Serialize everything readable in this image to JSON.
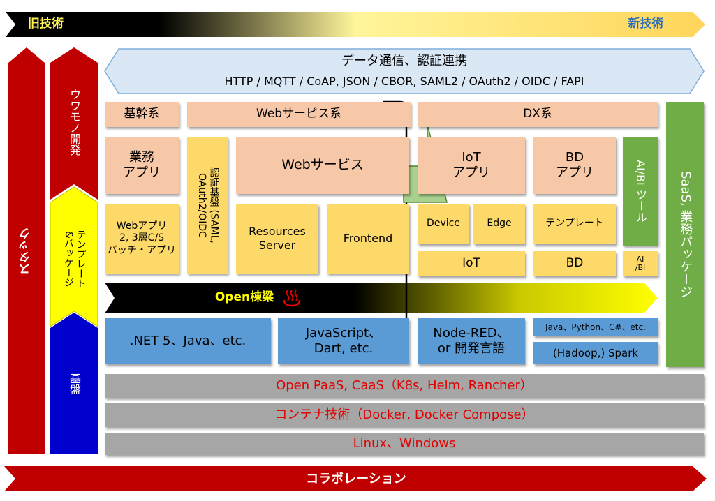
{
  "timeline": {
    "old": "旧技術",
    "new": "新技術"
  },
  "left": {
    "stack": "スタック",
    "things": "ウワモノ開発",
    "templates": "テンプレート\n&パッケージ",
    "base": "基盤"
  },
  "datacomm": {
    "title": "データ通信、認証連携",
    "protocols": "HTTP / MQTT / CoAP, JSON / CBOR, SAML2 / OAuth2 / OIDC / FAPI"
  },
  "categories": {
    "core": "基幹系",
    "web": "Webサービス系",
    "dx": "DX系"
  },
  "apps": {
    "business": "業務\nアプリ",
    "auth": "認証基盤 (SAML,\nOAuth2/OIDC",
    "webservice": "Webサービス",
    "iot_app": "IoT\nアプリ",
    "bd_app": "BD\nアプリ",
    "aibi_tool": "AI/BI ツール"
  },
  "components": {
    "webapp": "Webアプリ\n2, 3層C/S\nバッチ・アプリ",
    "resources": "Resources\nServer",
    "frontend": "Frontend",
    "device": "Device",
    "edge": "Edge",
    "template": "テンプレート",
    "iot": "IoT",
    "bd": "BD",
    "aibi": "AI\n/BI"
  },
  "saas": "SaaS, 業務パッケージ",
  "open": {
    "label": "Open棟梁",
    "icon": "hot-spring-icon"
  },
  "langs": {
    "dotnet": ".NET 5、Java、etc.",
    "js": "JavaScript、\nDart, etc.",
    "node": "Node-RED、\nor 開発言語",
    "python": "Java、Python、C#、etc.",
    "spark": "(Hadoop,) Spark"
  },
  "infra": {
    "paas": "Open PaaS, CaaS（K8s, Helm, Rancher）",
    "container": "コンテナ技術（Docker, Docker Compose）",
    "os": "Linux、Windows"
  },
  "bottom": "コラボレーション",
  "colors": {
    "red": "#c00000",
    "peach": "#f7c8a8",
    "yellow": "#fdd96a",
    "blue": "#5b9bd5",
    "gray": "#a6a6a6",
    "green": "#70ad47",
    "lightblue": "#dae8f5",
    "navy": "#0000cc"
  }
}
